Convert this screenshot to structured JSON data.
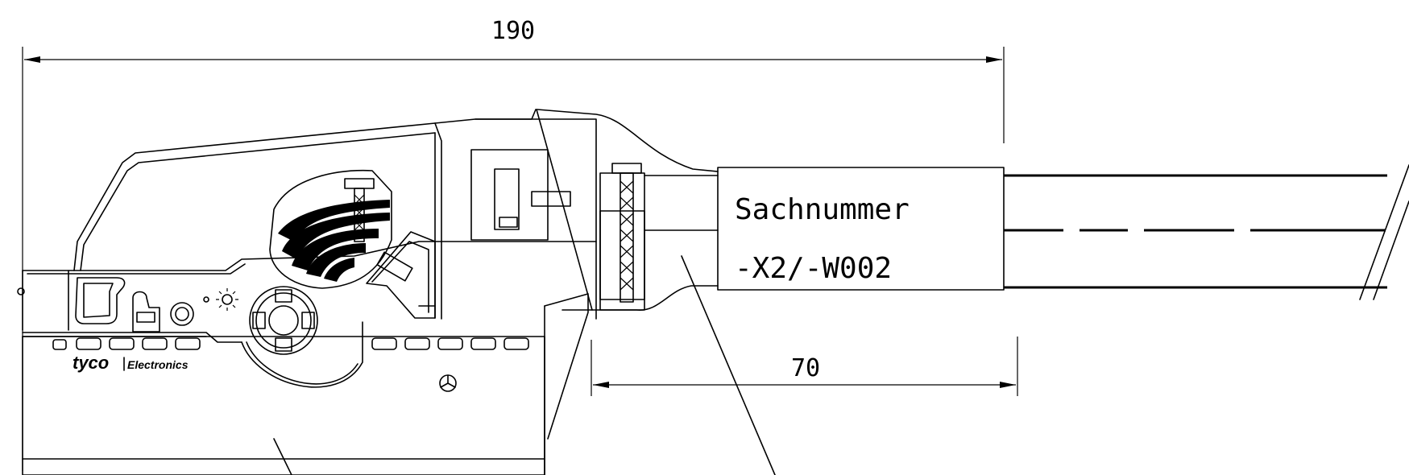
{
  "dimensions": {
    "overall_length": "190",
    "label_offset": "70"
  },
  "label": {
    "line1": "Sachnummer",
    "line2": "-X2/-W002"
  },
  "brand": {
    "logo": "tyco",
    "name": "Electronics"
  },
  "colors": {
    "line": "#000000",
    "background": "#ffffff"
  }
}
